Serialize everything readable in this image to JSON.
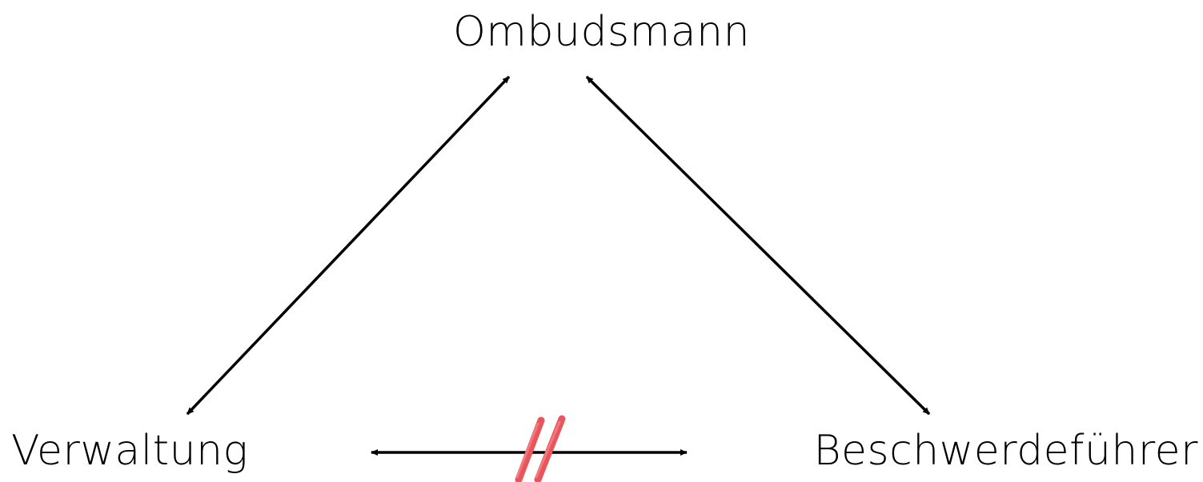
{
  "nodes": {
    "top": "Ombudsmann",
    "left": "Verwaltung",
    "right": "Beschwerdeführer"
  },
  "colors": {
    "edge": "#000000",
    "blocked_mark": "#e8555a"
  },
  "edges": [
    {
      "from": "left",
      "to": "top",
      "style": "bidirectional"
    },
    {
      "from": "right",
      "to": "top",
      "style": "bidirectional"
    },
    {
      "from": "left",
      "to": "right",
      "style": "bidirectional",
      "blocked": true
    }
  ]
}
